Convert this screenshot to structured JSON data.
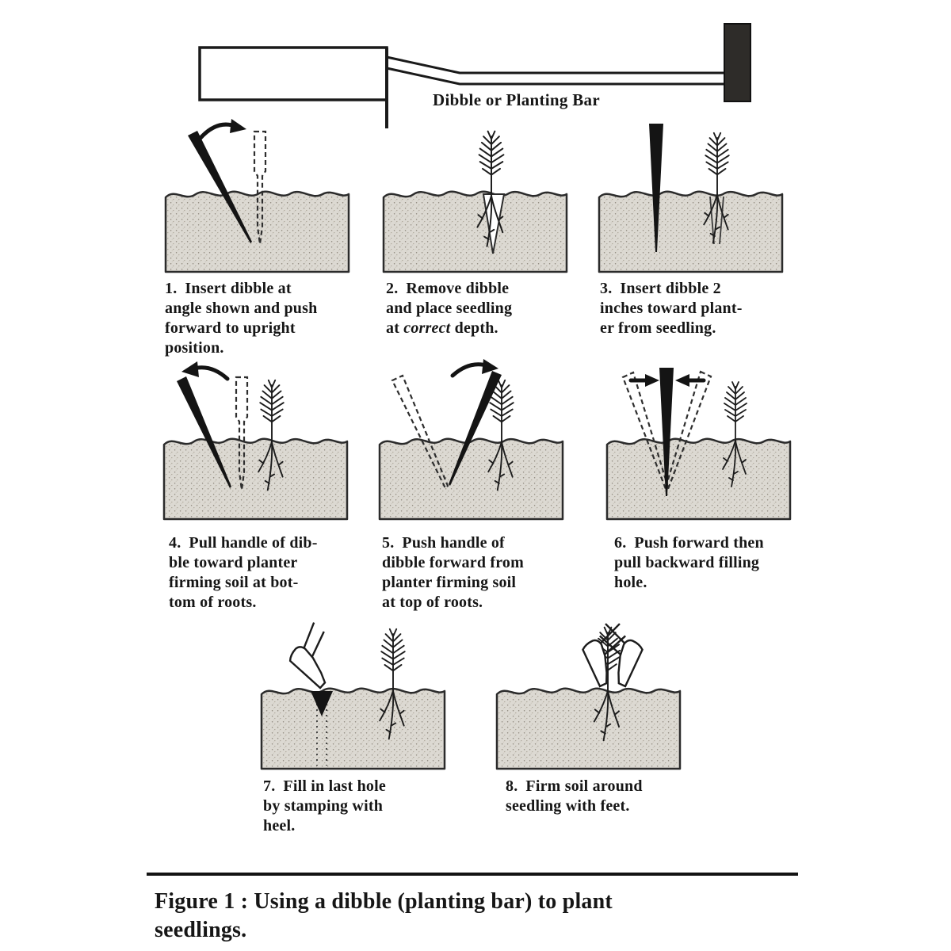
{
  "tool": {
    "label": "Dibble or Planting Bar"
  },
  "steps": [
    {
      "num": "1.",
      "lines": [
        "Insert dibble at",
        "angle shown and push",
        "forward to upright",
        "position."
      ]
    },
    {
      "num": "2.",
      "lines": [
        "Remove dibble",
        "and place seedling"
      ],
      "line_final": {
        "pre": "at ",
        "italic": "correct",
        "post": " depth."
      }
    },
    {
      "num": "3.",
      "lines": [
        "Insert dibble 2",
        "inches toward plant-",
        "er from seedling."
      ]
    },
    {
      "num": "4.",
      "lines": [
        "Pull handle of dib-",
        "ble toward planter",
        "firming soil at bot-",
        "tom of roots."
      ]
    },
    {
      "num": "5.",
      "lines": [
        "Push handle of",
        "dibble forward from",
        "planter firming soil",
        "at top of roots."
      ]
    },
    {
      "num": "6.",
      "lines": [
        "Push forward then",
        "pull backward filling",
        "hole."
      ]
    },
    {
      "num": "7.",
      "lines": [
        "Fill in last hole",
        "by stamping with",
        "heel."
      ]
    },
    {
      "num": "8.",
      "lines": [
        "Firm soil around",
        "seedling with feet."
      ]
    }
  ],
  "figure_caption": {
    "lines": [
      "Figure 1 : Using a dibble (planting bar) to plant",
      "seedlings."
    ]
  },
  "style": {
    "ink_color": "#1a1a1a",
    "soil_fill": "#dcd9d2"
  }
}
